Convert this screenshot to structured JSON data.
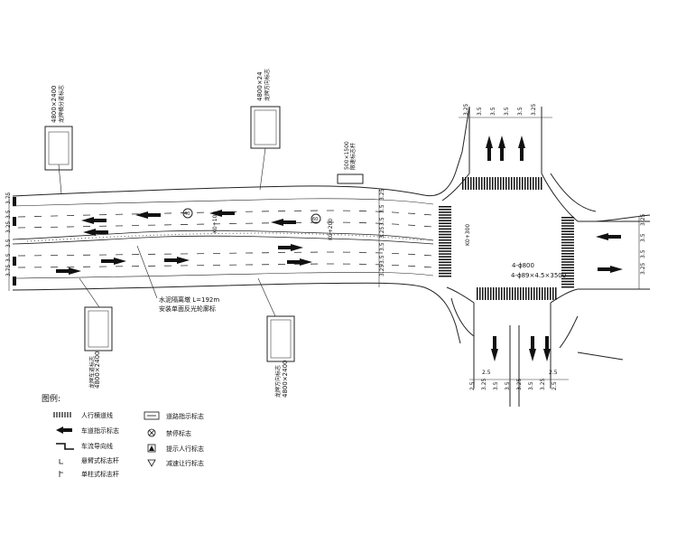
{
  "signs": {
    "sign_a_size": "4800×2400",
    "sign_a_note": "龙牌横分道标志",
    "sign_b_size": "4800×24",
    "sign_b_note": "龙牌方向标志",
    "sign_c_size": "4800×2400",
    "sign_c_note": "龙牌车道标志",
    "sign_d_size": "4800×2400",
    "sign_d_note": "龙牌方向标志",
    "sign_e_size": "500×1500",
    "sign_e_note": "限速标志杆"
  },
  "road": {
    "lane_widths_left": [
      "3.75",
      "3.5",
      "3.25",
      "3.5",
      "3.5",
      "3.75"
    ],
    "lane_widths_mid": [
      "3.25",
      "3.5",
      "3.5",
      "3.25",
      "3.5",
      "3.5",
      "3.25"
    ],
    "median_note_1": "水泥隔离墩 L=192m",
    "median_note_2": "安装单面反光轮廓标",
    "chainage_1": "K0+100",
    "chainage_2": "K0+200",
    "chainage_3": "K0+300",
    "speed_limit_1": "40",
    "speed_limit_2": "60"
  },
  "junction": {
    "note_1": "4-ϕ800",
    "note_2": "4-ϕ89×4.5×3500",
    "top_dims": [
      "3.25",
      "3.5",
      "3.5",
      "3.5",
      "3.5",
      "3.25"
    ],
    "bottom_dims": [
      "2.5",
      "3.25",
      "3.5",
      "3.5",
      "3.25",
      "3.5",
      "3.25",
      "2.5"
    ],
    "bottom_small": [
      "2.5",
      "2.5"
    ],
    "right_dims": [
      "3.25",
      "3.5",
      "3.5",
      "3.25"
    ]
  },
  "legend": {
    "title": "图例:",
    "items": [
      {
        "icon": "crosswalk-icon",
        "label": "人行横道线"
      },
      {
        "icon": "lane-arrow-icon",
        "label": "车道指示标志"
      },
      {
        "icon": "guide-line-icon",
        "label": "车流导向线"
      },
      {
        "icon": "cantilever-pole-icon",
        "label": "悬臂式标志杆"
      },
      {
        "icon": "single-pole-icon",
        "label": "单柱式标志杆"
      },
      {
        "icon": "road-sign-icon",
        "label": "道路指示标志"
      },
      {
        "icon": "no-parking-icon",
        "label": "禁停标志"
      },
      {
        "icon": "pedestrian-sign-icon",
        "label": "提示人行标志"
      },
      {
        "icon": "yield-icon",
        "label": "减速让行标志"
      }
    ]
  }
}
